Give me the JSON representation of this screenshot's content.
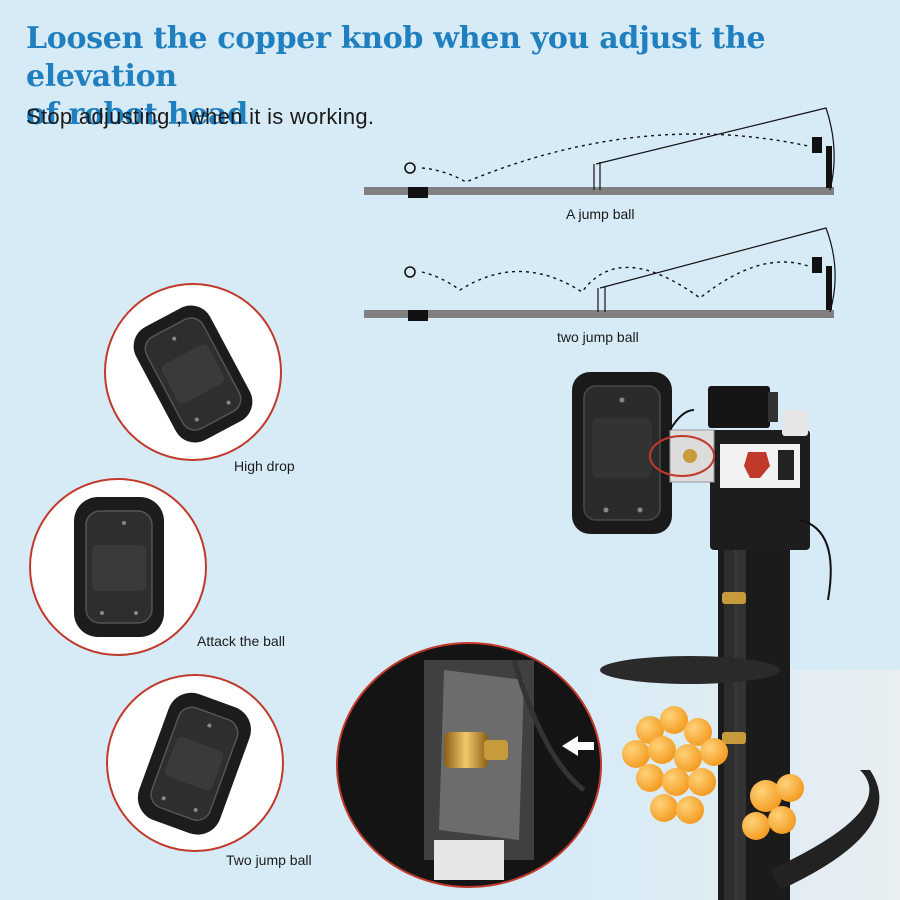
{
  "title_line1": "Loosen the copper knob when you adjust the elevation",
  "title_line2": "of robot head",
  "subtitle": "Stop adjusting , when it is working.",
  "trajectory_top_caption": "A jump ball",
  "trajectory_bottom_caption": "two jump ball",
  "caption_high_drop": "High drop",
  "caption_attack": "Attack the ball",
  "caption_two_jump": "Two jump ball",
  "colors": {
    "background": "#d7ebf6",
    "title": "#1f7fbf",
    "circle_outline": "#c0392b",
    "table": "#808080"
  },
  "icons": [
    "robot-head-icon",
    "copper-knob-icon",
    "arrow-left-icon",
    "ball-icon"
  ]
}
